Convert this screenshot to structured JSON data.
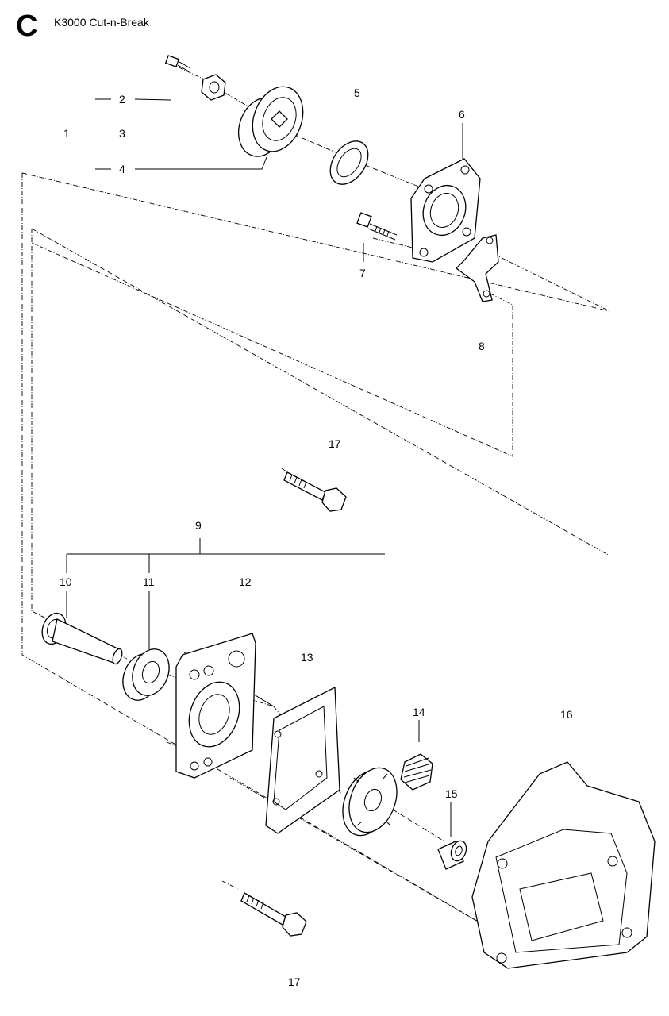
{
  "header": {
    "section_letter": "C",
    "title": "K3000 Cut-n-Break"
  },
  "callouts": [
    {
      "id": "c1",
      "label": "1"
    },
    {
      "id": "c2",
      "label": "2"
    },
    {
      "id": "c3",
      "label": "3"
    },
    {
      "id": "c4",
      "label": "4"
    },
    {
      "id": "c5",
      "label": "5"
    },
    {
      "id": "c6",
      "label": "6"
    },
    {
      "id": "c7",
      "label": "7"
    },
    {
      "id": "c8",
      "label": "8"
    },
    {
      "id": "c9",
      "label": "9"
    },
    {
      "id": "c10",
      "label": "10"
    },
    {
      "id": "c11",
      "label": "11"
    },
    {
      "id": "c12",
      "label": "12"
    },
    {
      "id": "c13",
      "label": "13"
    },
    {
      "id": "c14",
      "label": "14"
    },
    {
      "id": "c15",
      "label": "15"
    },
    {
      "id": "c16",
      "label": "16"
    },
    {
      "id": "c17a",
      "label": "17"
    },
    {
      "id": "c17b",
      "label": "17"
    }
  ]
}
